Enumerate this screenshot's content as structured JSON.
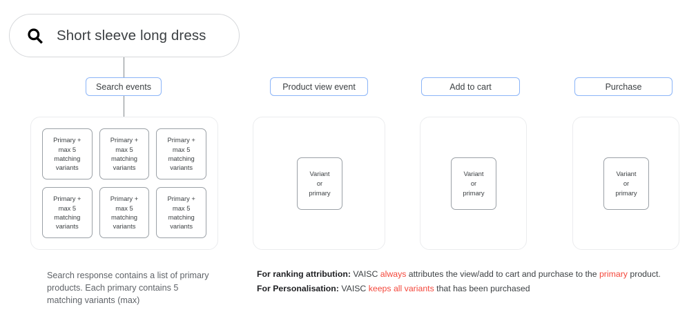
{
  "search": {
    "icon": "search-icon",
    "query": "Short sleeve long dress"
  },
  "stages": [
    {
      "label": "Search events"
    },
    {
      "label": "Product view event"
    },
    {
      "label": "Add to cart"
    },
    {
      "label": "Purchase"
    }
  ],
  "search_panel": {
    "cards": [
      {
        "text": "Primary +\nmax 5\nmatching\nvariants"
      },
      {
        "text": "Primary +\nmax 5\nmatching\nvariants"
      },
      {
        "text": "Primary +\nmax 5\nmatching\nvariants"
      },
      {
        "text": "Primary +\nmax 5\nmatching\nvariants"
      },
      {
        "text": "Primary +\nmax 5\nmatching\nvariants"
      },
      {
        "text": "Primary +\nmax 5\nmatching\nvariants"
      }
    ]
  },
  "event_panels": [
    {
      "card_text": "Variant\nor\nprimary"
    },
    {
      "card_text": "Variant\nor\nprimary"
    },
    {
      "card_text": "Variant\nor\nprimary"
    }
  ],
  "captions": {
    "left": "Search response contains a list of primary products. Each primary contains 5 matching variants (max)"
  },
  "notes": [
    {
      "label": "For ranking attribution:",
      "parts": [
        {
          "text": " VAISC ",
          "style": "normal"
        },
        {
          "text": "always",
          "style": "highlight"
        },
        {
          "text": " attributes the view/add to cart and purchase to the ",
          "style": "normal"
        },
        {
          "text": "primary",
          "style": "highlight"
        },
        {
          "text": " product.",
          "style": "normal"
        }
      ]
    },
    {
      "label": "For Personalisation:",
      "parts": [
        {
          "text": " VAISC ",
          "style": "normal"
        },
        {
          "text": "keeps all variants",
          "style": "highlight"
        },
        {
          "text": " that has been purchased",
          "style": "normal"
        }
      ]
    }
  ],
  "colors": {
    "chip_border": "#8ab4f8",
    "panel_border": "#ebecee",
    "card_border": "#9aa0a6",
    "highlight": "#f4473b",
    "connector": "#80868b",
    "text": "#3c4043"
  }
}
